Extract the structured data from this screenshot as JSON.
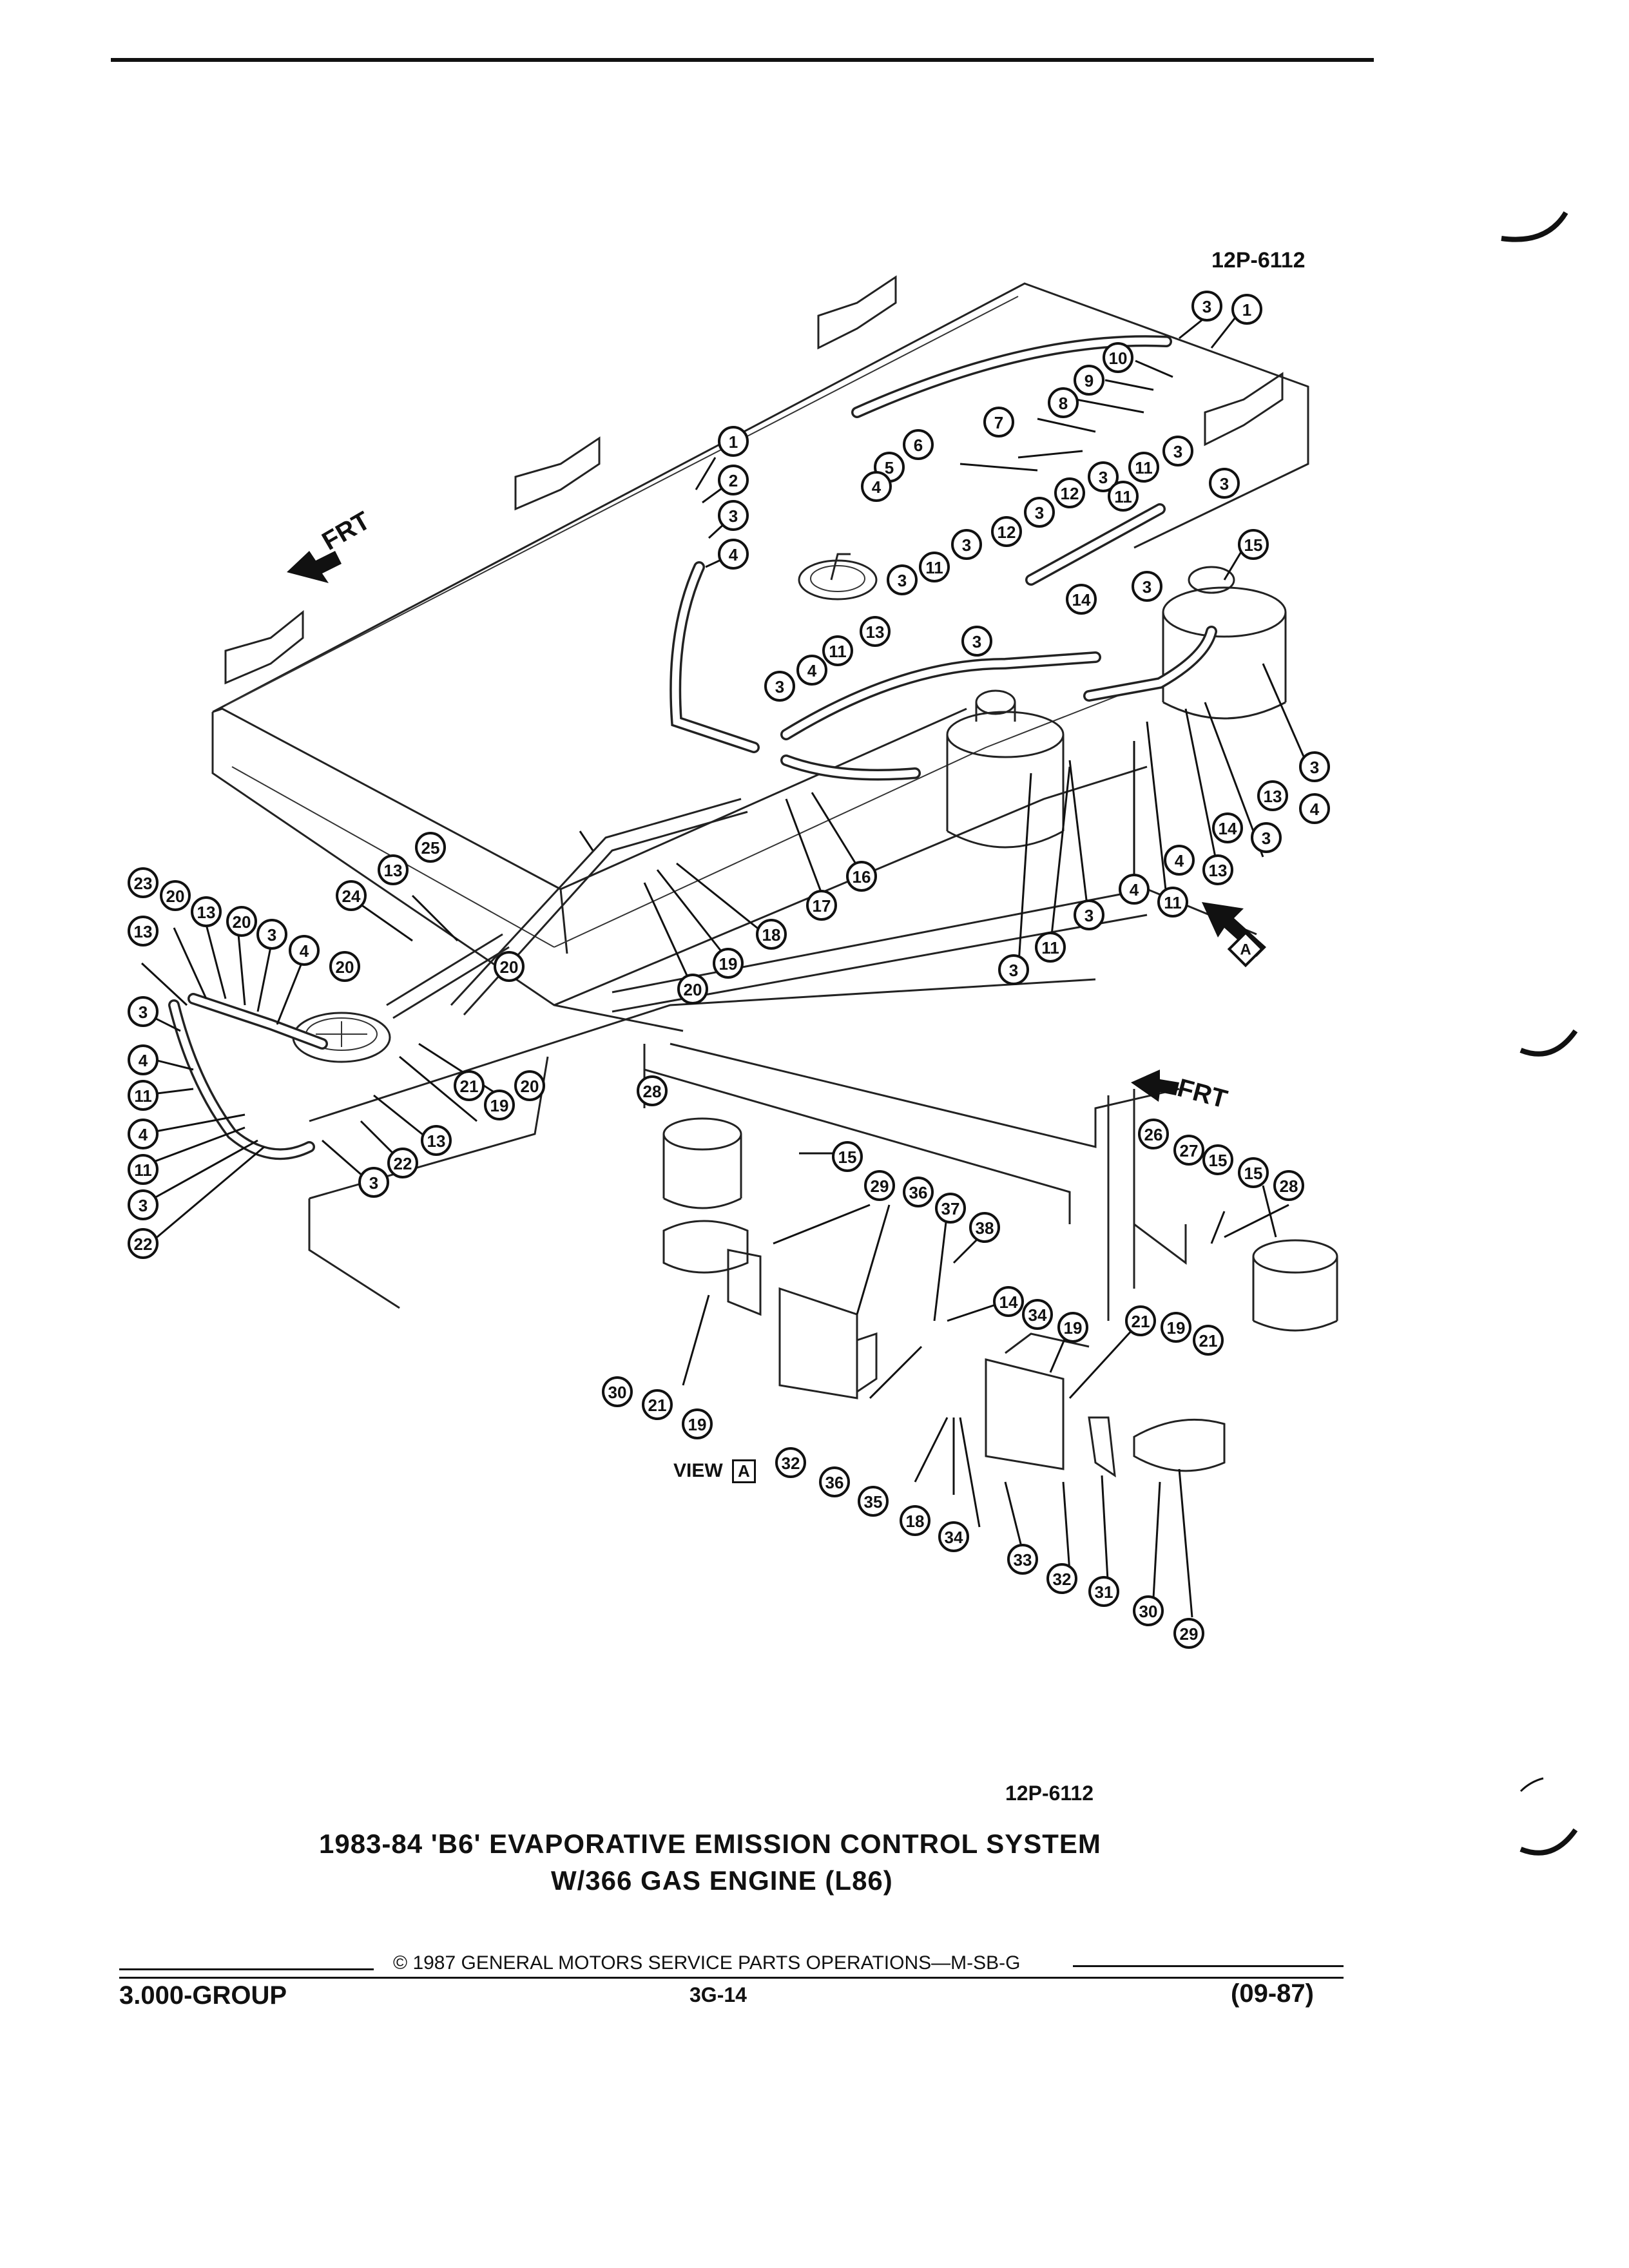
{
  "header": {
    "figure_code_top": "12P-6112"
  },
  "diagram": {
    "direction_label": "FRT",
    "view_ref_label": "A",
    "view_caption_word": "VIEW",
    "view_caption_letter": "A",
    "callouts": [
      "1",
      "2",
      "3",
      "4",
      "5",
      "6",
      "7",
      "8",
      "9",
      "10",
      "11",
      "12",
      "13",
      "14",
      "15",
      "16",
      "17",
      "18",
      "19",
      "20",
      "21",
      "22",
      "23",
      "24",
      "25",
      "26",
      "27",
      "28",
      "29",
      "30",
      "31",
      "32",
      "33",
      "34",
      "35",
      "36",
      "37",
      "38"
    ]
  },
  "caption": {
    "figure_code_bottom": "12P-6112",
    "title_line1": "1983-84 'B6' EVAPORATIVE EMISSION CONTROL SYSTEM",
    "title_line2": "W/366 GAS ENGINE (L86)"
  },
  "footer": {
    "copyright": "© 1987 GENERAL MOTORS SERVICE PARTS OPERATIONS—M-SB-G",
    "group": "3.000-GROUP",
    "page": "3G-14",
    "date": "(09-87)"
  }
}
